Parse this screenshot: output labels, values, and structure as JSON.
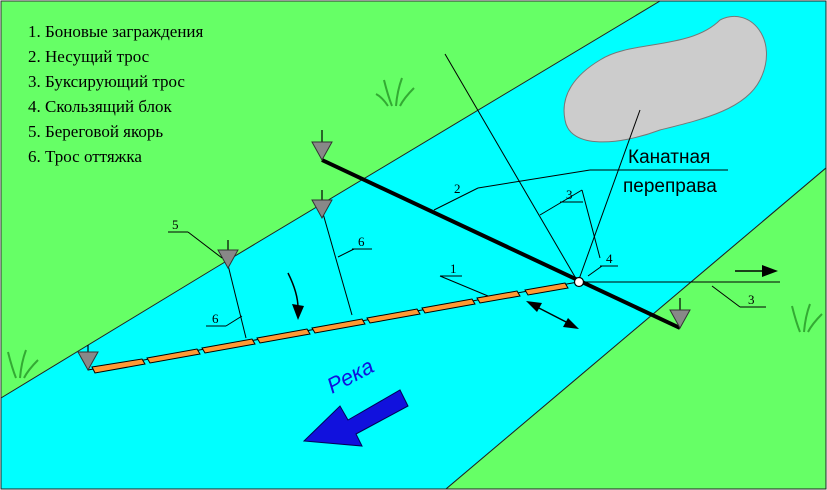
{
  "legend": {
    "items": [
      "1. Боновые заграждения",
      "2. Несущий трос",
      "3. Буксирующий трос",
      "4. Скользящий блок",
      "5. Береговой якорь",
      "6. Трос оттяжка"
    ]
  },
  "title": {
    "line1": "Канатная",
    "line2": "переправа"
  },
  "river_label": "Река",
  "callouts": {
    "boom": "1",
    "carrying_rope": "2",
    "towing_rope_upper": "3",
    "towing_rope_lower": "3",
    "sliding_block": "4",
    "shore_anchor": "5",
    "guy_rope_upper": "6",
    "guy_rope_lower": "6"
  },
  "colors": {
    "bank": "#66ff66",
    "water": "#00ffff",
    "island": "#cccccc",
    "boom": "#ff9933",
    "river_arrow": "#1111dd",
    "anchor": "#888888"
  }
}
